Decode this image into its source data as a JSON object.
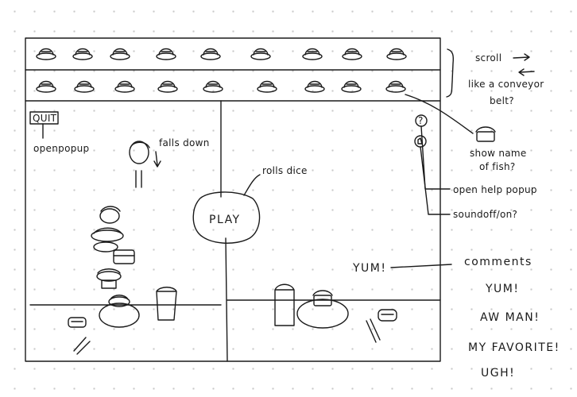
{
  "game": {
    "play_label": "PLAY",
    "quit_label": "QUIT",
    "help_icon_label": "?"
  },
  "annotations": {
    "scroll": "scroll",
    "conveyor_1": "like a conveyor",
    "conveyor_2": "belt?",
    "open_popup": "openpopup",
    "falls_down": "falls down",
    "rolls_dice": "rolls dice",
    "fish_name_1": "show name",
    "fish_name_2": "of fish?",
    "open_help": "open help popup",
    "sound": "soundoff/on?",
    "yum_in_game": "YUM!",
    "comments_title": "comments"
  },
  "comments": [
    "YUM!",
    "AW MAN!",
    "MY FAVORITE!",
    "UGH!"
  ]
}
